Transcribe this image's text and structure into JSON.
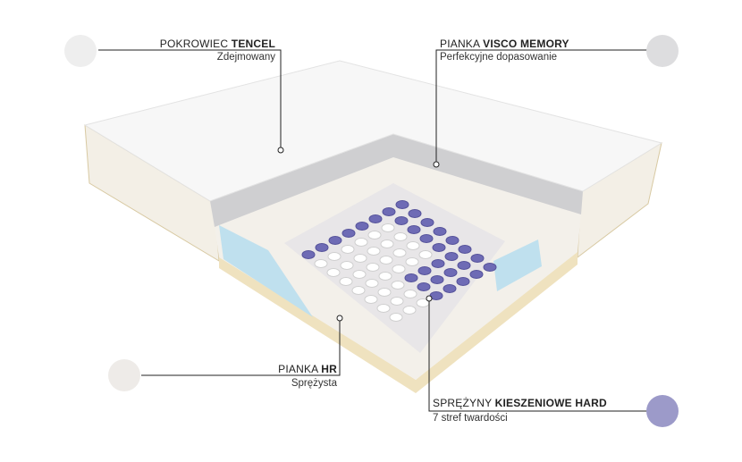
{
  "labels": {
    "cover": {
      "prefix": "POKROWIEC",
      "bold": "TENCEL",
      "sub": "Zdejmowany"
    },
    "visco": {
      "prefix": "PIANKA",
      "bold": "VISCO MEMORY",
      "sub": "Perfekcyjne dopasowanie"
    },
    "hr": {
      "prefix": "PIANKA",
      "bold": "HR",
      "sub": "Sprężysta"
    },
    "springs": {
      "prefix": "SPRĘŻYNY",
      "bold": "KIESZENIOWE HARD",
      "sub": "7 stref twardości"
    }
  },
  "colors": {
    "visco": "#cfcfd1",
    "hr": "#bfe0ee",
    "springs": "#6e6bb5",
    "base": "#efe2bf"
  }
}
